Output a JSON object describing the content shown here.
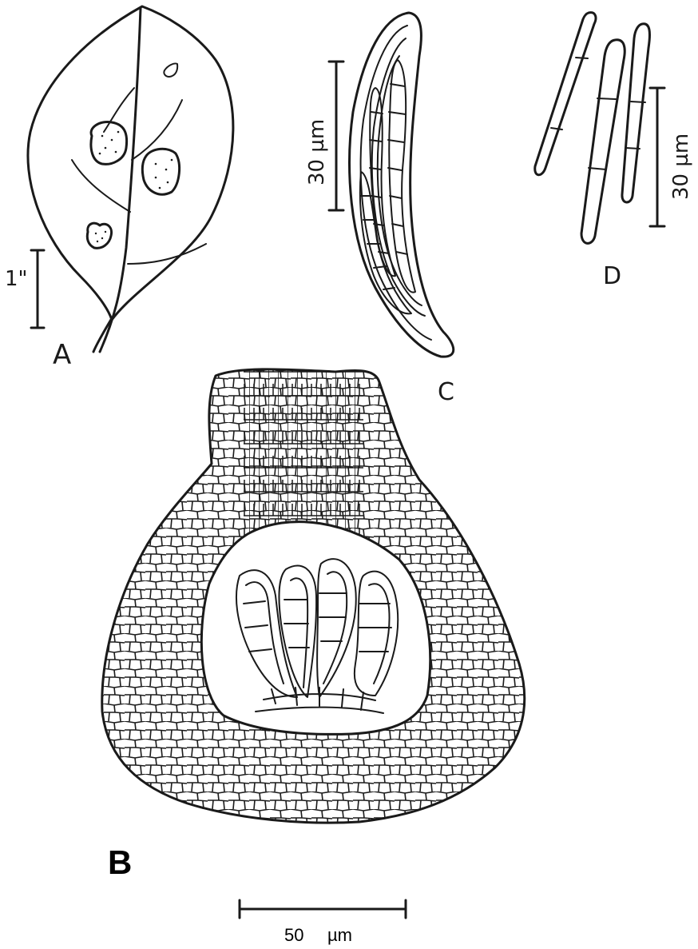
{
  "panels": {
    "A": {
      "label": "A",
      "scale_label": "1\""
    },
    "B": {
      "label": "B",
      "scale_value": "50",
      "scale_unit": "µm"
    },
    "C": {
      "label": "C",
      "scale_label": "30 µm"
    },
    "D": {
      "label": "D",
      "scale_label": "30 µm"
    }
  },
  "colors": {
    "ink": "#1a1a1a",
    "paper": "#ffffff"
  }
}
